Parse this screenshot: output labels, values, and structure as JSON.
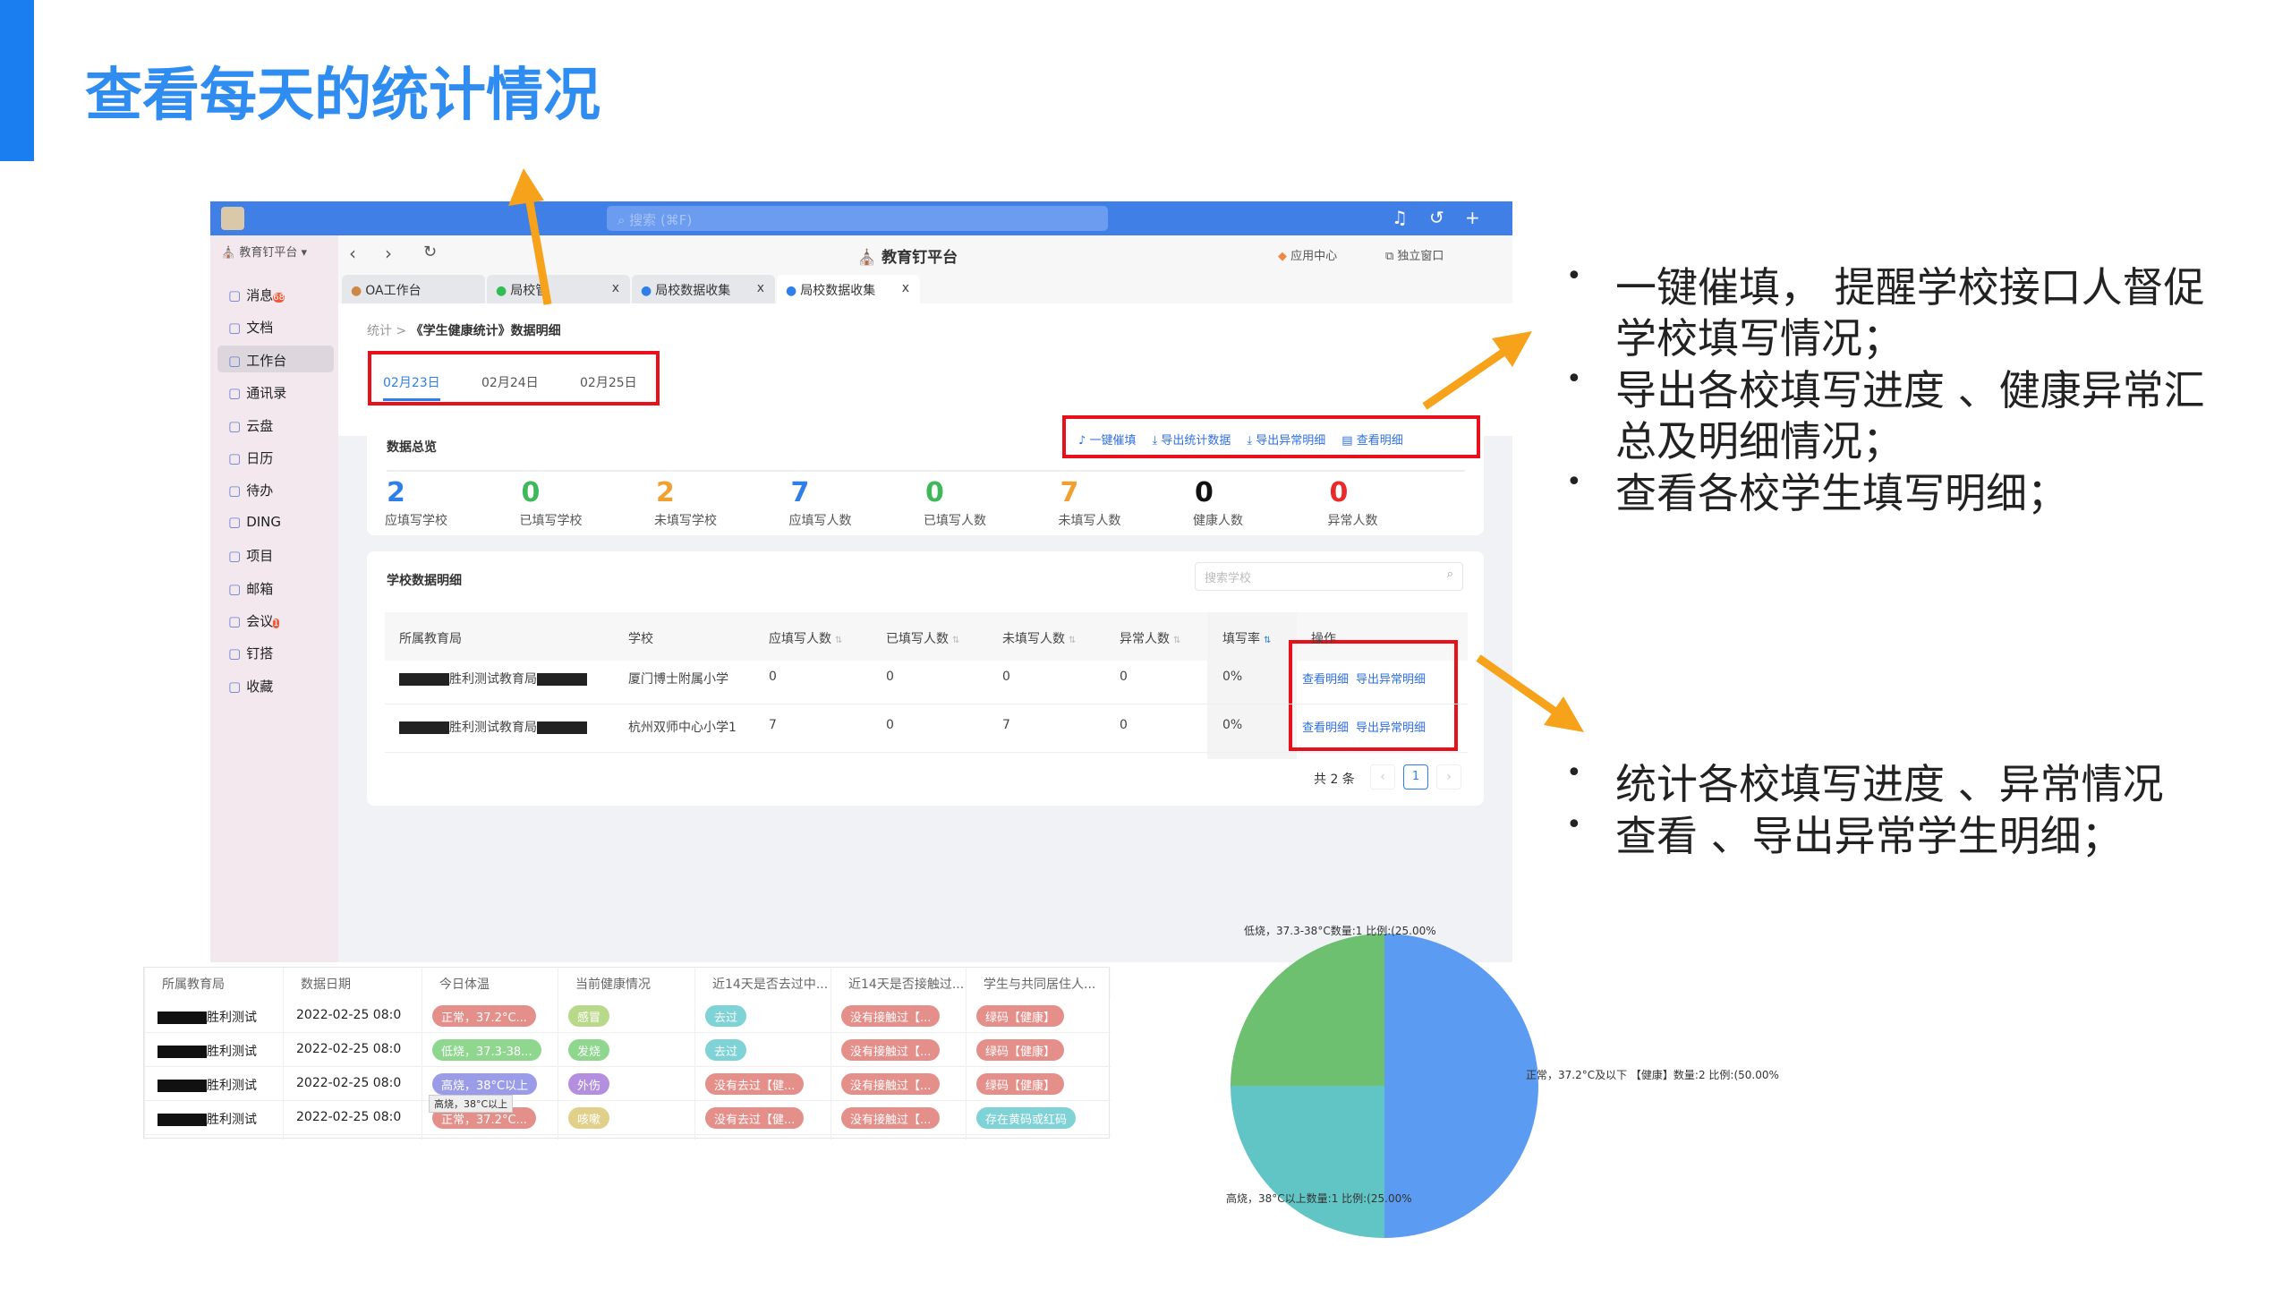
{
  "slide_title": "查看每天的统计情况",
  "app": {
    "search_placeholder": "搜索 (⌘F)",
    "org_name": "教育钉平台",
    "window_title": "教育钉平台",
    "app_center": "应用中心",
    "standalone": "独立窗口",
    "sidebar": [
      {
        "label": "消息",
        "badge": "68"
      },
      {
        "label": "文档"
      },
      {
        "label": "工作台"
      },
      {
        "label": "通讯录"
      },
      {
        "label": "云盘"
      },
      {
        "label": "日历"
      },
      {
        "label": "待办"
      },
      {
        "label": "DING"
      },
      {
        "label": "项目"
      },
      {
        "label": "邮箱"
      },
      {
        "label": "会议",
        "badge": "1"
      },
      {
        "label": "钉搭"
      },
      {
        "label": "收藏"
      }
    ],
    "tabs": [
      {
        "label": "OA工作台"
      },
      {
        "label": "局校管"
      },
      {
        "label": "局校数据收集"
      },
      {
        "label": "局校数据收集"
      }
    ],
    "close": "x",
    "breadcrumb": {
      "parent": "统计",
      "sep": ">",
      "current": "《学生健康统计》数据明细"
    },
    "dates": [
      "02月23日",
      "02月24日",
      "02月25日"
    ],
    "overview": {
      "title": "数据总览",
      "actions": [
        "一键催填",
        "导出统计数据",
        "导出异常明细",
        "查看明细"
      ],
      "stats": [
        {
          "value": "2",
          "label": "应填写学校",
          "color": "#2f7fe8"
        },
        {
          "value": "0",
          "label": "已填写学校",
          "color": "#3fb85a"
        },
        {
          "value": "2",
          "label": "未填写学校",
          "color": "#f0a030"
        },
        {
          "value": "7",
          "label": "应填写人数",
          "color": "#2f7fe8"
        },
        {
          "value": "0",
          "label": "已填写人数",
          "color": "#3fb85a"
        },
        {
          "value": "7",
          "label": "未填写人数",
          "color": "#f0a030"
        },
        {
          "value": "0",
          "label": "健康人数",
          "color": "#111111"
        },
        {
          "value": "0",
          "label": "异常人数",
          "color": "#e82a2a"
        }
      ]
    },
    "detail": {
      "title": "学校数据明细",
      "search_placeholder": "搜索学校",
      "columns": [
        "所属教育局",
        "学校",
        "应填写人数",
        "已填写人数",
        "未填写人数",
        "异常人数",
        "填写率",
        "操作"
      ],
      "rows": [
        [
          "胜利测试教育局",
          "厦门博士附属小学",
          "0",
          "0",
          "0",
          "0",
          "0%"
        ],
        [
          "胜利测试教育局",
          "杭州双师中心小学1",
          "7",
          "0",
          "7",
          "0",
          "0%"
        ]
      ],
      "row_actions": [
        "查看明细",
        "导出异常明细"
      ],
      "total": "共 2 条",
      "page": "1"
    }
  },
  "student_table": {
    "columns": [
      "所属教育局",
      "数据日期",
      "今日体温",
      "当前健康情况",
      "近14天是否去过中...",
      "近14天是否接触过...",
      "学生与共同居住人..."
    ],
    "rows": [
      [
        "胜利测试",
        "2022-02-25 08:0",
        "正常，37.2°C...",
        "感冒",
        "去过",
        "没有接触过【...",
        "绿码【健康】"
      ],
      [
        "胜利测试",
        "2022-02-25 08:0",
        "低烧，37.3-38...",
        "发烧",
        "去过",
        "没有接触过【...",
        "绿码【健康】"
      ],
      [
        "胜利测试",
        "2022-02-25 08:0",
        "高烧，38°C以上",
        "外伤",
        "没有去过【健...",
        "没有接触过【...",
        "绿码【健康】"
      ],
      [
        "胜利测试",
        "2022-02-25 08:0",
        "正常，37.2°C...",
        "咳嗽",
        "没有去过【健...",
        "没有接触过【...",
        "存在黄码或红码"
      ]
    ],
    "pill_colors": [
      [
        "#e48f8a",
        "#b9d98a",
        "#7fd2d6",
        "#e48f8a",
        "#e48f8a"
      ],
      [
        "#8fd68f",
        "#8fd68f",
        "#7fd2d6",
        "#e48f8a",
        "#e48f8a"
      ],
      [
        "#9a9ce8",
        "#b48fe0",
        "#e48f8a",
        "#e48f8a",
        "#e48f8a"
      ],
      [
        "#e48f8a",
        "#e0d08a",
        "#e48f8a",
        "#e48f8a",
        "#7fd2d6"
      ]
    ],
    "tooltip": "高烧，38°C以上"
  },
  "chart_data": {
    "type": "pie",
    "slices": [
      {
        "label": "正常，37.2°C及以下 【健康】数量:2 比例:(50.00%",
        "value": 2,
        "percent": 50,
        "color": "#5b9cf2"
      },
      {
        "label": "高烧，38°C以上数量:1 比例:(25.00%",
        "value": 1,
        "percent": 25,
        "color": "#62c5c5"
      },
      {
        "label": "低烧，37.3-38°C数量:1 比例:(25.00%",
        "value": 1,
        "percent": 25,
        "color": "#6cc06f"
      }
    ]
  },
  "bullets_top": [
    "一键催填， 提醒学校接口人督促",
    "学校填写情况；",
    "导出各校填写进度 、健康异常汇",
    "总及明细情况；",
    "查看各校学生填写明细；"
  ],
  "bullets_bottom": [
    "统计各校填写进度 、异常情况",
    "查看 、导出异常学生明细；"
  ],
  "colors": {
    "accent": "#1a7ef0",
    "arrow": "#f7a21b",
    "highlight": "#e8101a"
  }
}
